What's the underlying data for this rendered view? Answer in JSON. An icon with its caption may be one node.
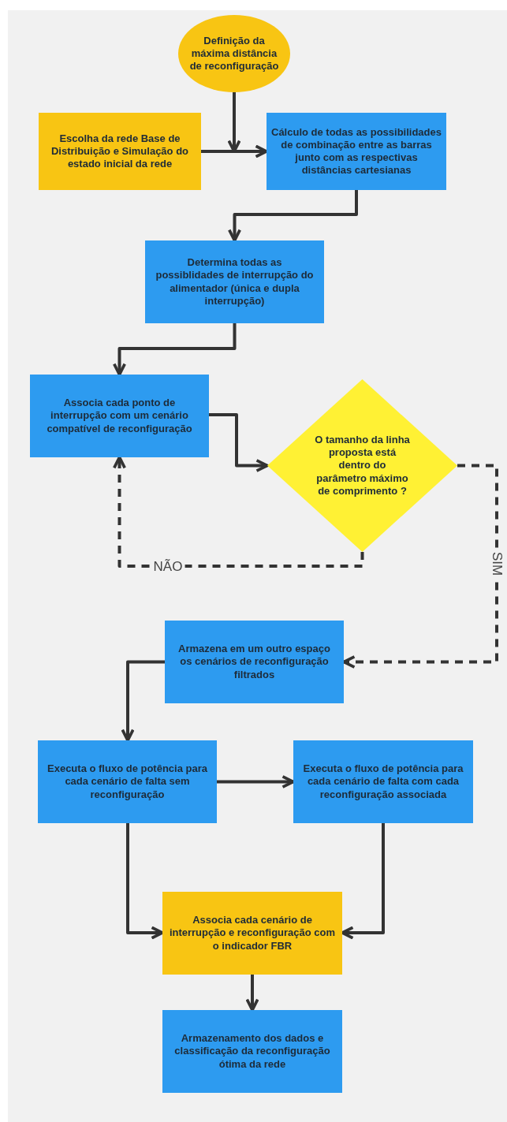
{
  "diagram": {
    "nodes": [
      {
        "text": [
          "Definição da máxima distância de reconfiguração"
        ]
      },
      {
        "text": [
          "Escolha da rede Base de Distribuição e Simulação do estado inicial da rede"
        ]
      },
      {
        "text": [
          "Cálculo de todas as possibilidades de combinação entre as barras junto com as respectivas distâncias cartesianas"
        ]
      },
      {
        "text": [
          "Determina todas as possiblidades de interrupção do alimentador (única e dupla interrupção)"
        ]
      },
      {
        "text": [
          "Associa cada ponto de interrupção com um cenário compatível de reconfiguração"
        ]
      },
      {
        "text": [
          "O tamanho da linha proposta está dentro do parâmetro máximo de comprimento ?"
        ]
      },
      {
        "text": [
          "Armazena em um outro espaço os cenários de reconfiguração filtrados"
        ]
      },
      {
        "text": [
          "Executa o fluxo de potência para cada cenário de falta sem reconfiguração"
        ]
      },
      {
        "text": [
          "Executa o fluxo de potência para cada cenário de falta com cada reconfiguração associada"
        ]
      },
      {
        "text": [
          "Associa cada cenário de interrupção e reconfiguração com o indicador FBR"
        ]
      },
      {
        "text": [
          "Armazenamento dos dados e classificação da reconfiguração ótima da rede"
        ]
      }
    ],
    "edges": [
      {
        "from": 0,
        "to": 2,
        "arrow": "to"
      },
      {
        "from": 1,
        "to": 2,
        "arrow": "to"
      },
      {
        "from": 2,
        "to": 3,
        "arrow": "to"
      },
      {
        "from": 3,
        "to": 4,
        "arrow": "to"
      },
      {
        "from": 4,
        "to": 5,
        "arrow": "to"
      },
      {
        "from": 5,
        "to": 4,
        "arrow": "to",
        "label": "NÃO",
        "style": "dashed"
      },
      {
        "from": 5,
        "to": 6,
        "arrow": "to",
        "label": "SIM",
        "style": "dashed"
      },
      {
        "from": 6,
        "to": 7,
        "arrow": "to"
      },
      {
        "from": 7,
        "to": 8,
        "arrow": "to"
      },
      {
        "from": 7,
        "to": 9,
        "arrow": "to"
      },
      {
        "from": 8,
        "to": 9,
        "arrow": "to"
      },
      {
        "from": 9,
        "to": 10,
        "arrow": "to"
      }
    ]
  }
}
